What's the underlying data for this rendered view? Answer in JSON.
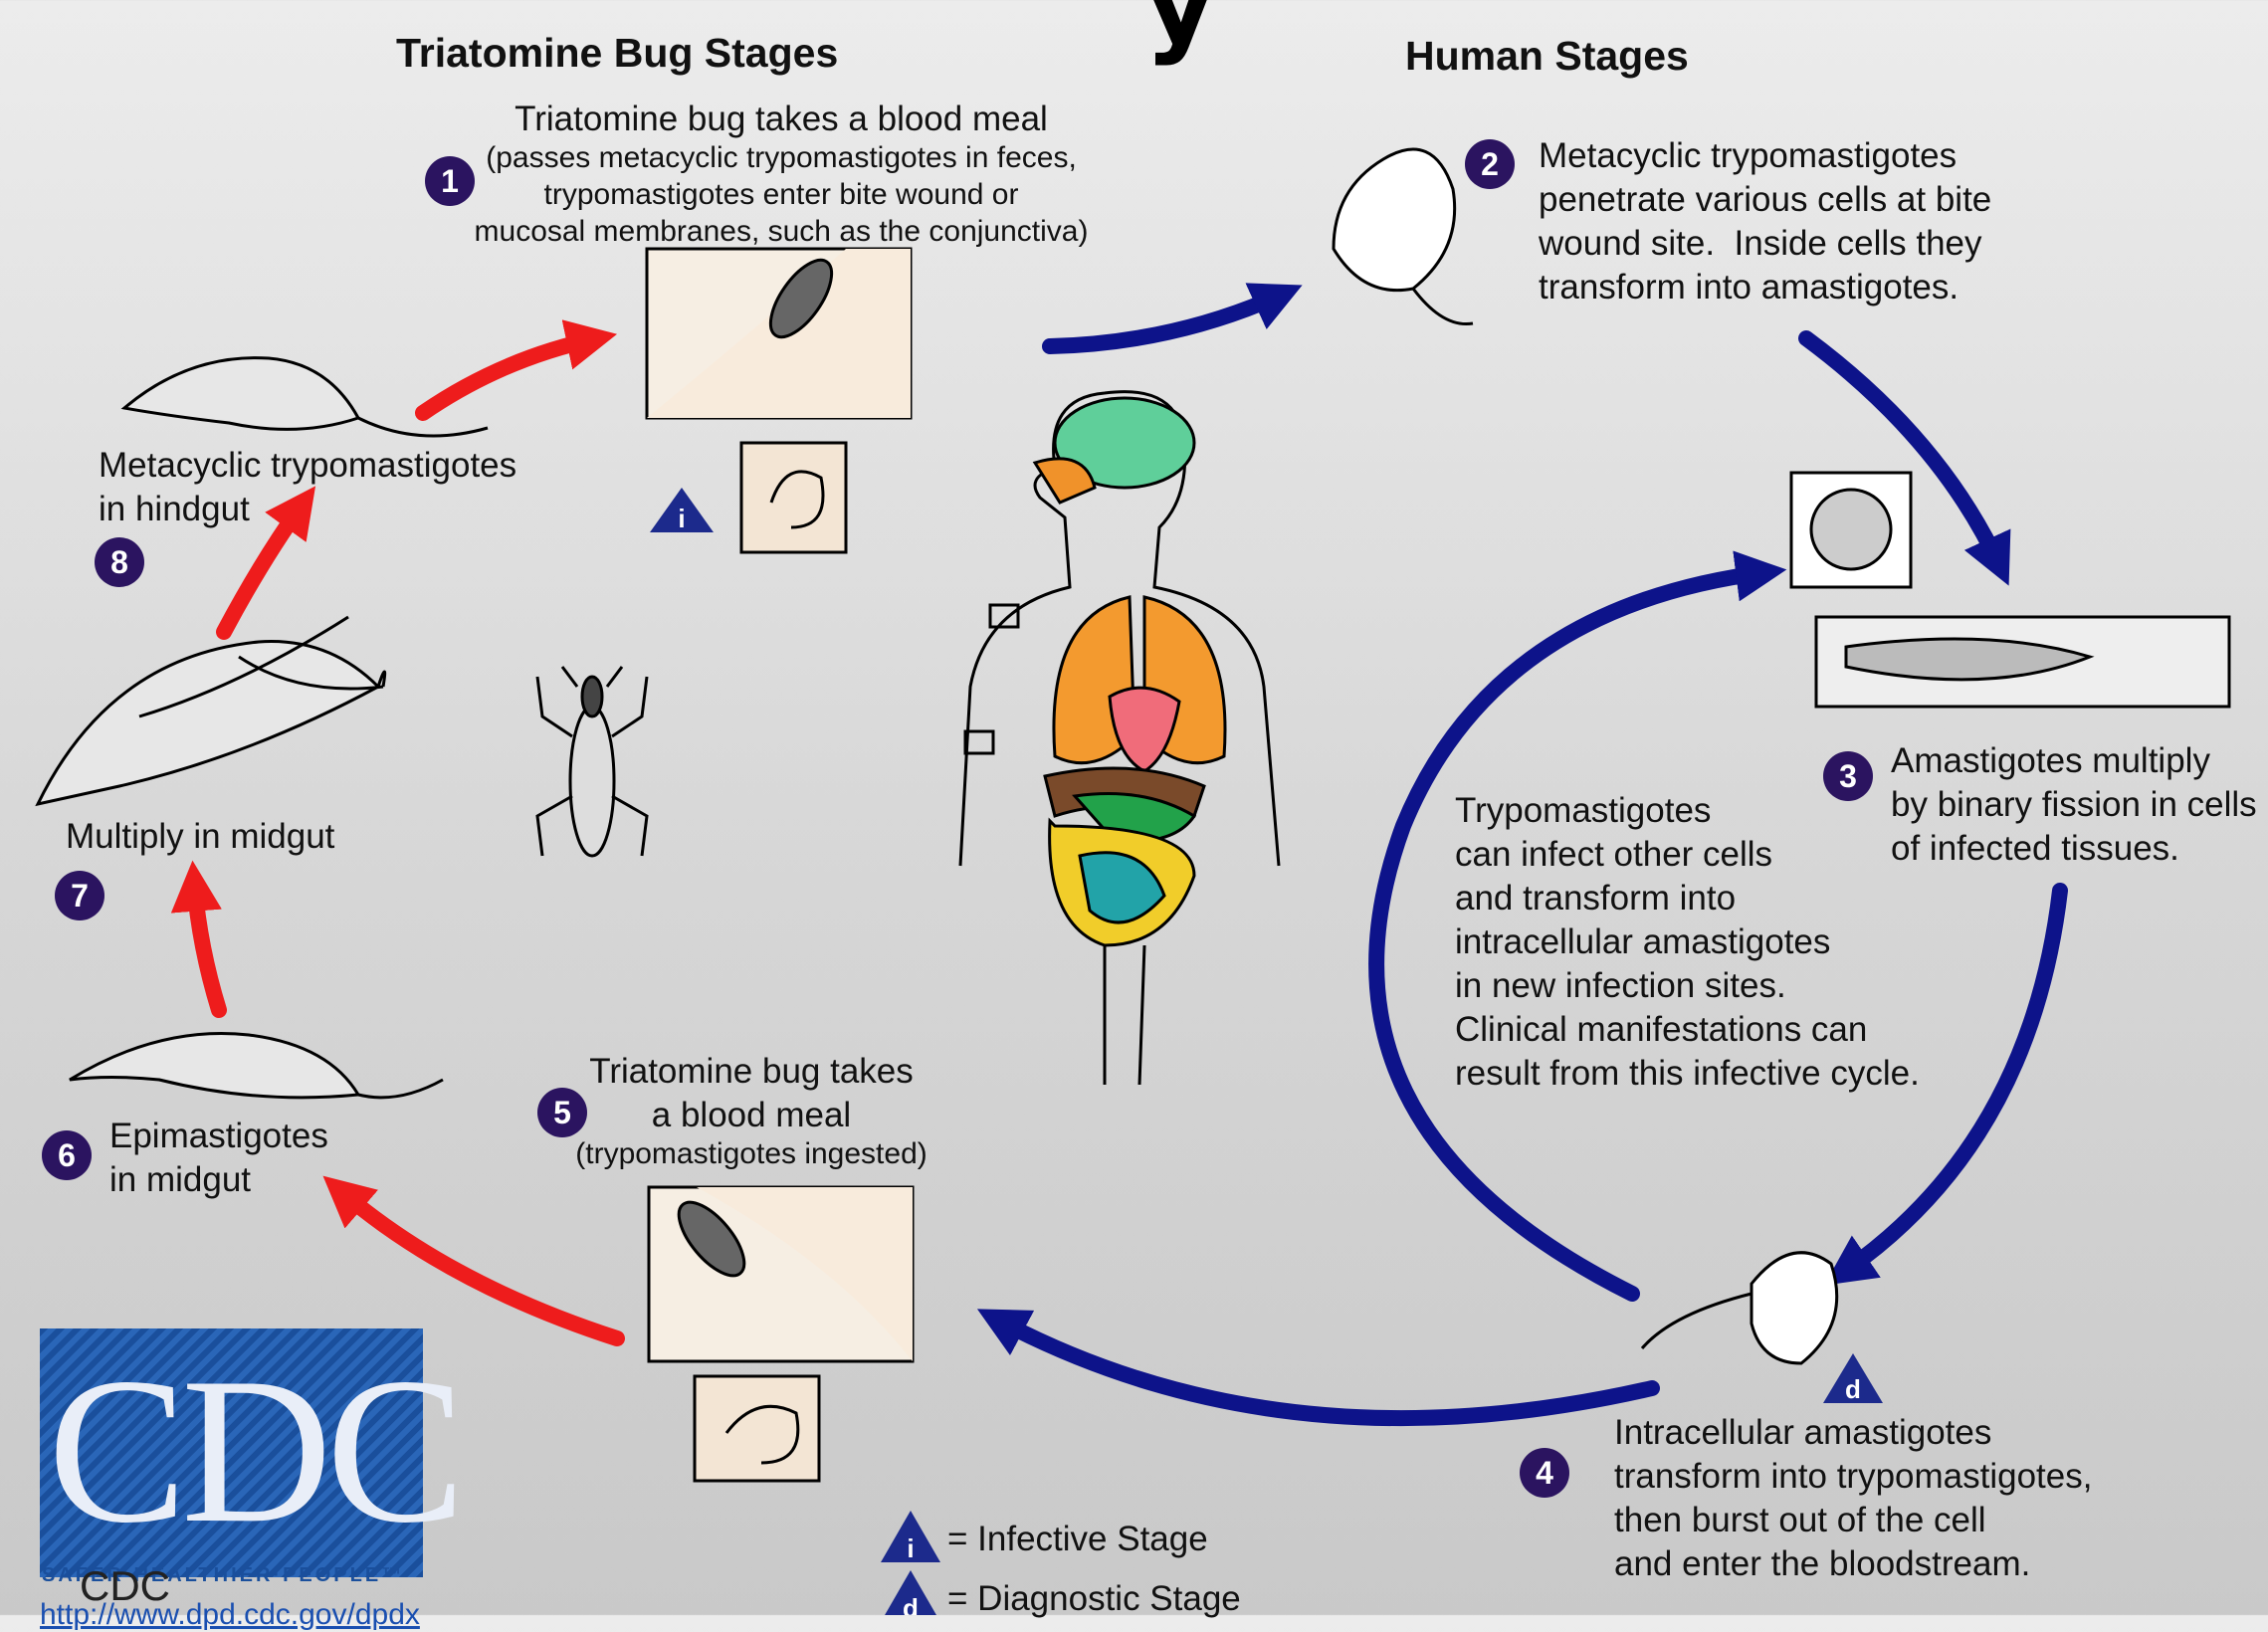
{
  "title_partial": "y",
  "headers": {
    "bug_stages": "Triatomine Bug Stages",
    "human_stages": "Human Stages"
  },
  "steps": [
    {
      "num": "1",
      "title": "Triatomine bug takes a blood meal",
      "detail": [
        "(passes metacyclic trypomastigotes in feces,",
        "trypomastigotes enter bite wound or",
        "mucosal membranes, such as the conjunctiva)"
      ]
    },
    {
      "num": "2",
      "lines": [
        "Metacyclic trypomastigotes",
        "penetrate various cells at bite",
        "wound site.  Inside cells they",
        "transform into amastigotes."
      ]
    },
    {
      "num": "3",
      "lines": [
        "Amastigotes multiply",
        "by binary fission in cells",
        "of infected tissues."
      ]
    },
    {
      "num": "4",
      "lines": [
        "Intracellular amastigotes",
        "transform into trypomastigotes,",
        "then burst out of the cell",
        "and enter the bloodstream."
      ]
    },
    {
      "num": "5",
      "lines": [
        "Triatomine bug takes",
        "a blood meal"
      ],
      "detail": "(trypomastigotes ingested)"
    },
    {
      "num": "6",
      "lines": [
        "Epimastigotes",
        "in midgut"
      ]
    },
    {
      "num": "7",
      "lines": [
        "Multiply in midgut"
      ]
    },
    {
      "num": "8",
      "lines": [
        "Metacyclic trypomastigotes",
        "in hindgut"
      ]
    }
  ],
  "cycle_note": [
    "Trypomastigotes",
    "can infect other cells",
    "and transform into",
    "intracellular amastigotes",
    "in new infection sites.",
    "Clinical manifestations can",
    "result from this infective cycle."
  ],
  "legend": {
    "infective_symbol": "i",
    "infective_label": "= Infective Stage",
    "diagnostic_symbol": "d",
    "diagnostic_label": "= Diagnostic Stage"
  },
  "logo": {
    "letters": "CDC",
    "tagline": "SAFER·HEALTHIER·PEOPLE™"
  },
  "credit": "CDC",
  "url": "http://www.dpd.cdc.gov/dpdx",
  "colors": {
    "bug_arrows": "#ee1c1c",
    "human_arrows": "#0d138a",
    "step_badge": "#2b1460",
    "triangle": "#1c2a8c"
  }
}
